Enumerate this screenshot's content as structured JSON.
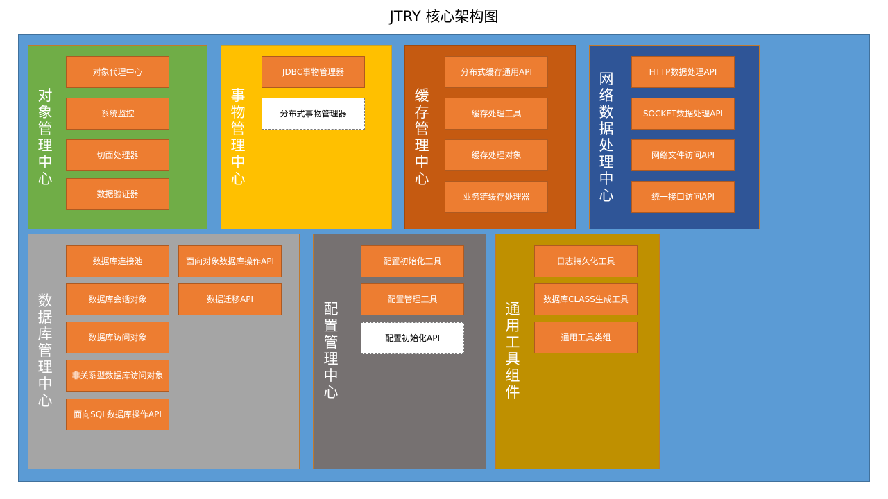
{
  "title": "JTRY 核心架构图",
  "colors": {
    "background": "#5b9bd5",
    "module_box": "#ed7d31",
    "object_panel": "#70ad47",
    "transaction_panel": "#ffc000",
    "cache_panel": "#c55a11",
    "network_panel": "#2f5597",
    "database_panel": "#a5a5a5",
    "config_panel": "#767171",
    "tools_panel": "#bf9000"
  },
  "panels": {
    "object": {
      "label": "对象管理中心",
      "items": [
        "对象代理中心",
        "系统监控",
        "切面处理器",
        "数据验证器"
      ]
    },
    "transaction": {
      "label": "事物管理中心",
      "items": [
        "JDBC事物管理器",
        "分布式事物管理器"
      ]
    },
    "cache": {
      "label": "缓存管理中心",
      "items": [
        "分布式缓存通用API",
        "缓存处理工具",
        "缓存处理对象",
        "业务链缓存处理器"
      ]
    },
    "network": {
      "label": "网络数据处理中心",
      "items": [
        "HTTP数据处理API",
        "SOCKET数据处理API",
        "网络文件访问API",
        "统一接口访问API"
      ]
    },
    "database": {
      "label": "数据库管理中心",
      "items": [
        "数据库连接池",
        "数据库会话对象",
        "数据库访问对象",
        "非关系型数据库访问对象",
        "面向SQL数据库操作API",
        "面向对象数据库操作API",
        "数据迁移API"
      ]
    },
    "config": {
      "label": "配置管理中心",
      "items": [
        "配置初始化工具",
        "配置管理工具",
        "配置初始化API"
      ]
    },
    "tools": {
      "label": "通用工具组件",
      "items": [
        "日志持久化工具",
        "数据库CLASS生成工具",
        "通用工具类组"
      ]
    }
  }
}
